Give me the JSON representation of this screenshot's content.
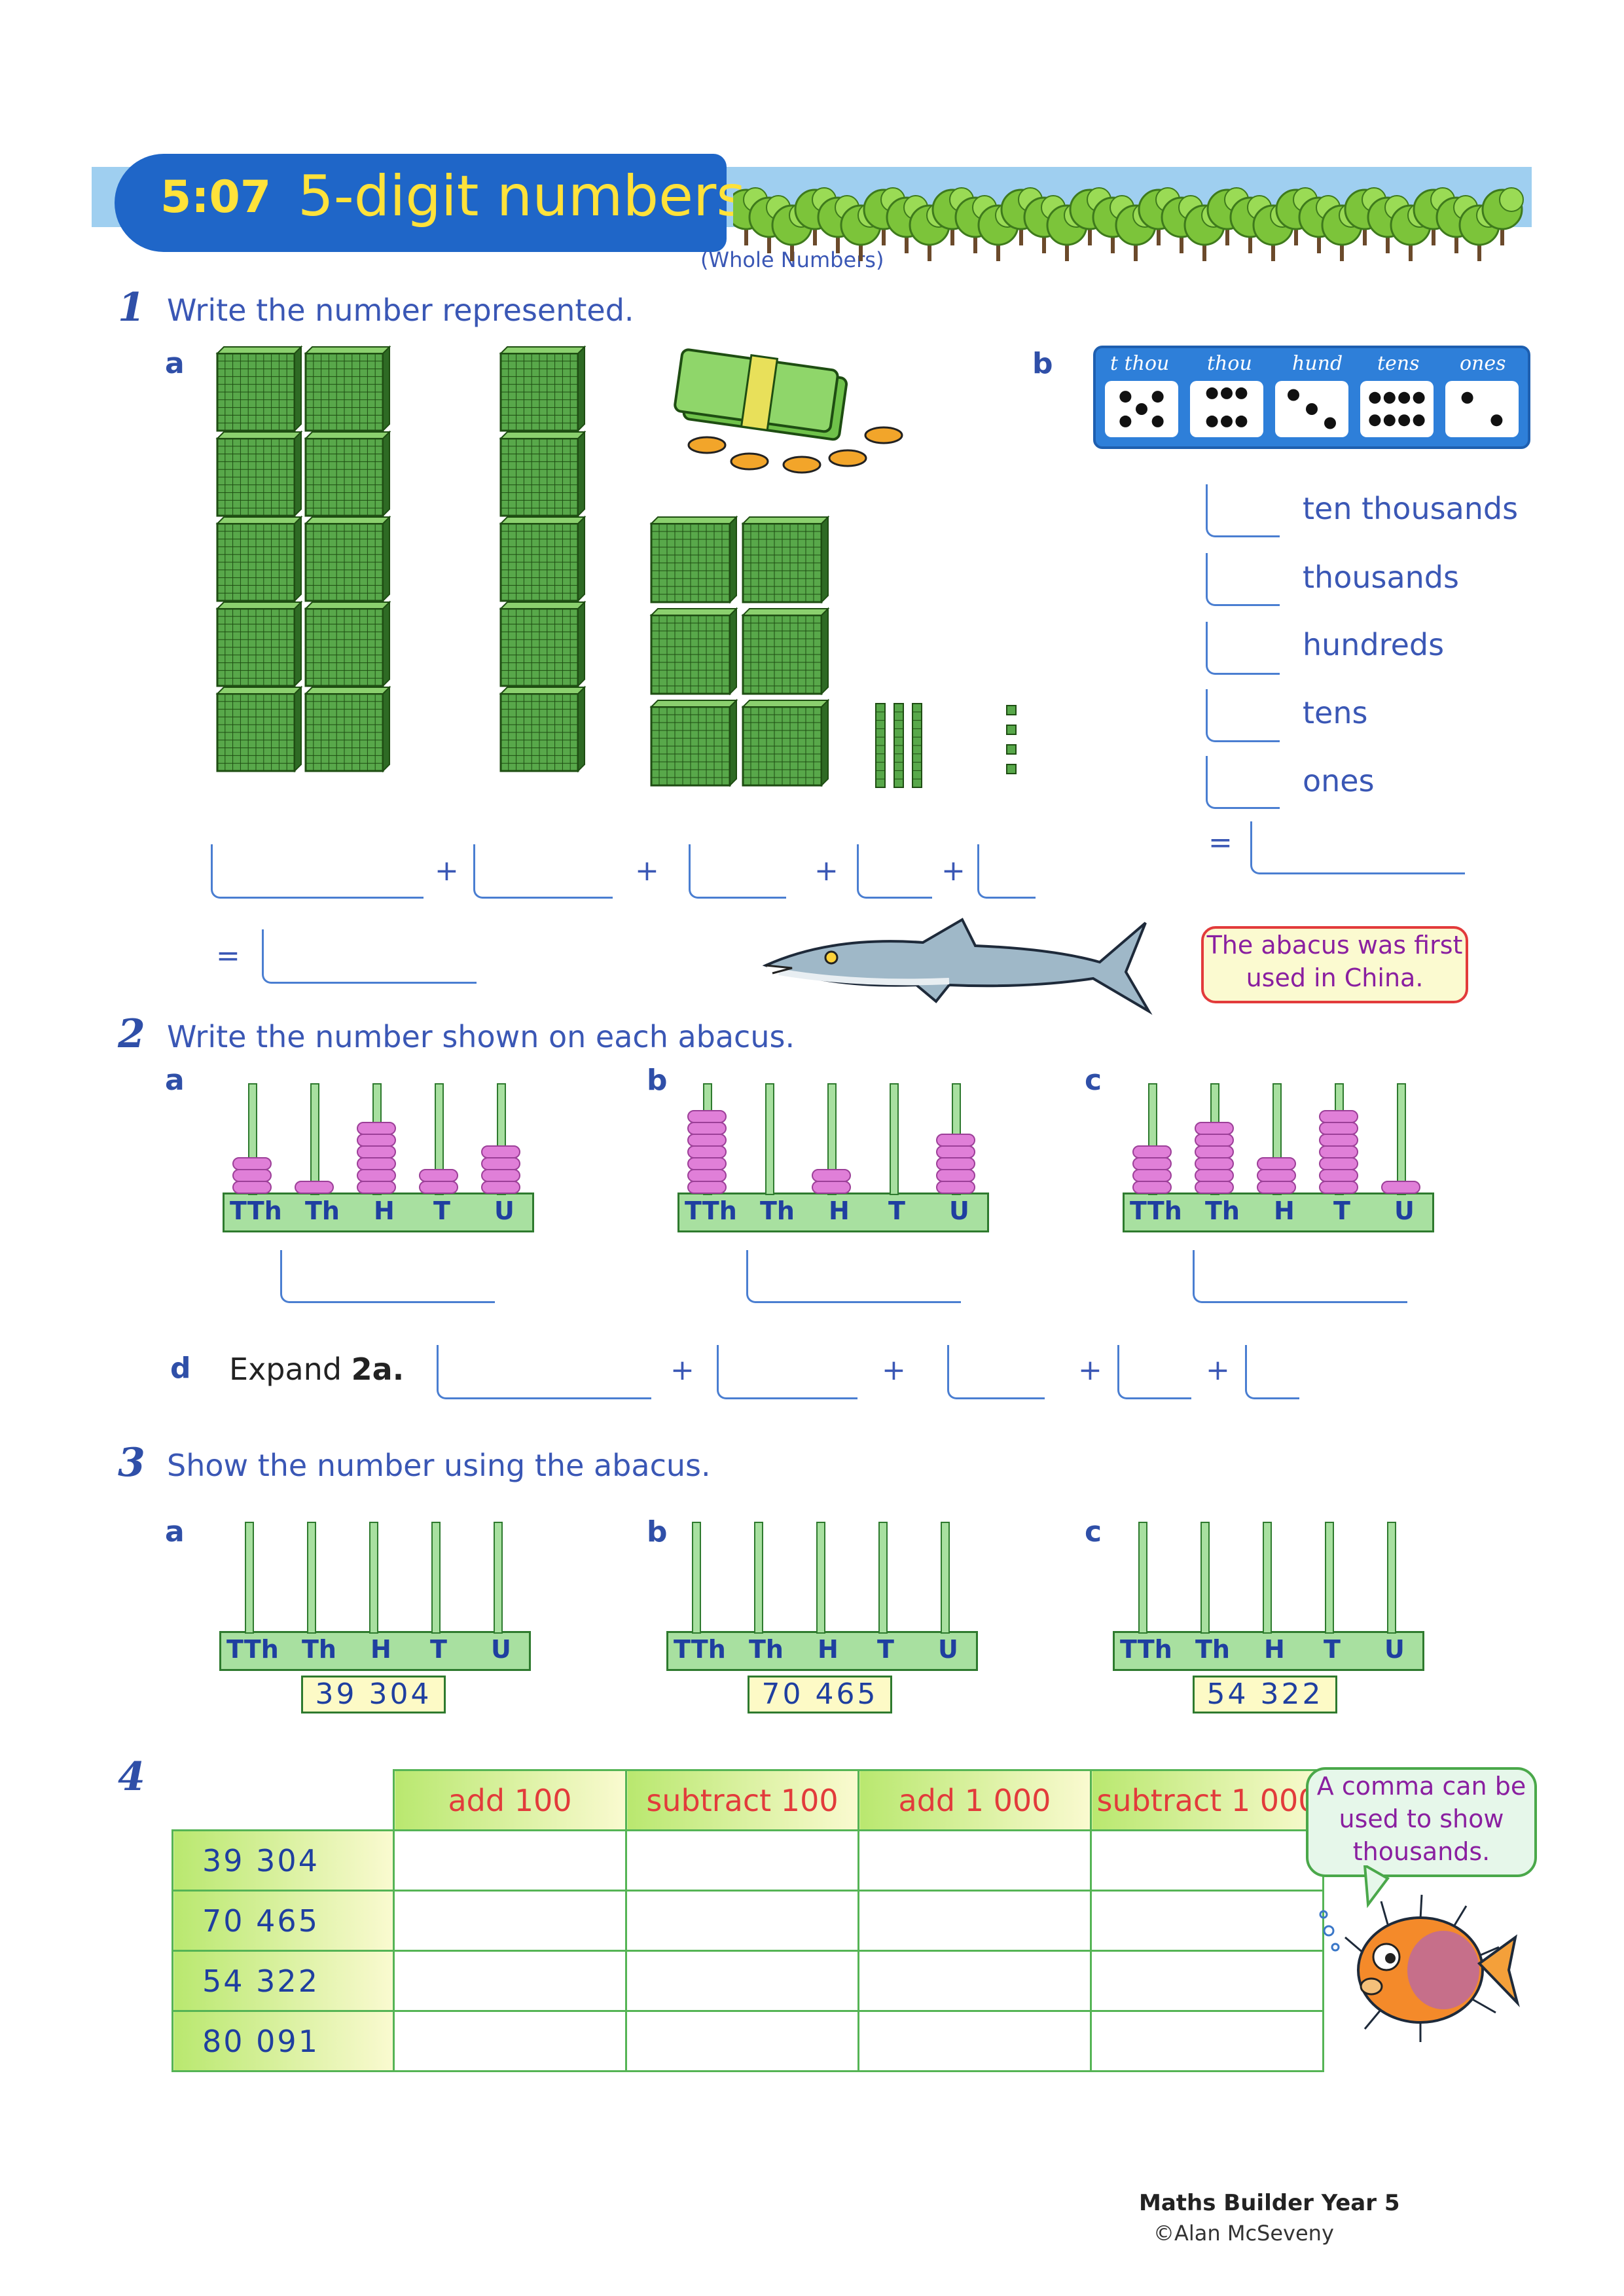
{
  "header": {
    "lesson_number": "5:07",
    "title": "5-digit numbers",
    "subtitle": "(Whole Numbers)"
  },
  "q1": {
    "number": "1",
    "instruction": "Write the number represented.",
    "part_a": "a",
    "part_b": "b",
    "equals": "=",
    "plus": "+",
    "dice_labels": [
      "t thou",
      "thou",
      "hund",
      "tens",
      "ones"
    ],
    "dice_values": [
      5,
      6,
      3,
      8,
      2
    ],
    "place_names": [
      "ten thousands",
      "thousands",
      "hundreds",
      "tens",
      "ones"
    ],
    "blocks": {
      "ten_thousands": 2,
      "thousands": 5,
      "hundreds": 6,
      "tens": 3,
      "ones": 4
    }
  },
  "fact_abacus": "The abacus was first used in China.",
  "q2": {
    "number": "2",
    "instruction": "Write the number shown on each abacus.",
    "parts": [
      "a",
      "b",
      "c"
    ],
    "column_labels": [
      "TTh",
      "Th",
      "H",
      "T",
      "U"
    ],
    "abacus_values": [
      [
        3,
        1,
        6,
        2,
        4
      ],
      [
        7,
        0,
        2,
        0,
        5
      ],
      [
        4,
        6,
        3,
        7,
        1
      ]
    ],
    "part_d": "d",
    "expand_prefix": "Expand ",
    "expand_ref": "2a."
  },
  "q3": {
    "number": "3",
    "instruction": "Show the number using the abacus.",
    "parts": [
      "a",
      "b",
      "c"
    ],
    "column_labels": [
      "TTh",
      "Th",
      "H",
      "T",
      "U"
    ],
    "numbers": [
      "39 304",
      "70 465",
      "54 322"
    ]
  },
  "q4": {
    "number": "4",
    "headers": [
      "add 100",
      "subtract 100",
      "add 1 000",
      "subtract 1 000"
    ],
    "rows": [
      "39 304",
      "70 465",
      "54 322",
      "80 091"
    ]
  },
  "fact_comma": "A comma can be used to show thousands.",
  "footer": {
    "book": "Maths Builder Year 5",
    "author": "©Alan McSeveny"
  },
  "colors": {
    "title_blue": "#1f66c8",
    "title_yellow": "#ffe23a",
    "bead_pink": "#e07fd8",
    "rod_green": "#a8e0a0",
    "text_blue": "#3a57b5"
  }
}
